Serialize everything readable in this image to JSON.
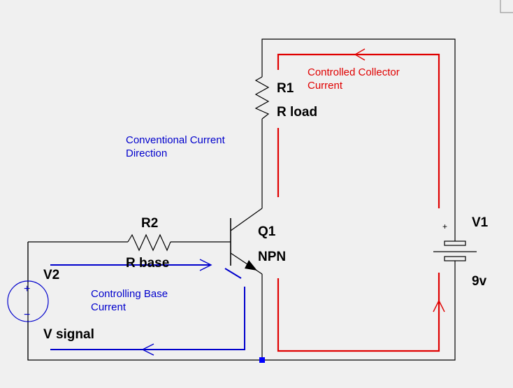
{
  "components": {
    "r1": {
      "ref": "R1",
      "value": "R load"
    },
    "r2": {
      "ref": "R2",
      "value": "R base"
    },
    "q1": {
      "ref": "Q1",
      "type": "NPN"
    },
    "v1": {
      "ref": "V1",
      "value": "9v",
      "plus": "+"
    },
    "v2": {
      "ref": "V2",
      "value": "V signal",
      "plus": "+",
      "minus": "−"
    }
  },
  "annotations": {
    "collector": [
      "Controlled Collector",
      "Current"
    ],
    "conventional": [
      "Conventional Current",
      "Direction"
    ],
    "base": [
      "Controlling Base",
      "Current"
    ]
  },
  "colors": {
    "wire": "#000000",
    "collector_current": "#e00000",
    "base_current": "#0000cc",
    "junction": "#0000ff",
    "background": "#f0f0f0"
  }
}
